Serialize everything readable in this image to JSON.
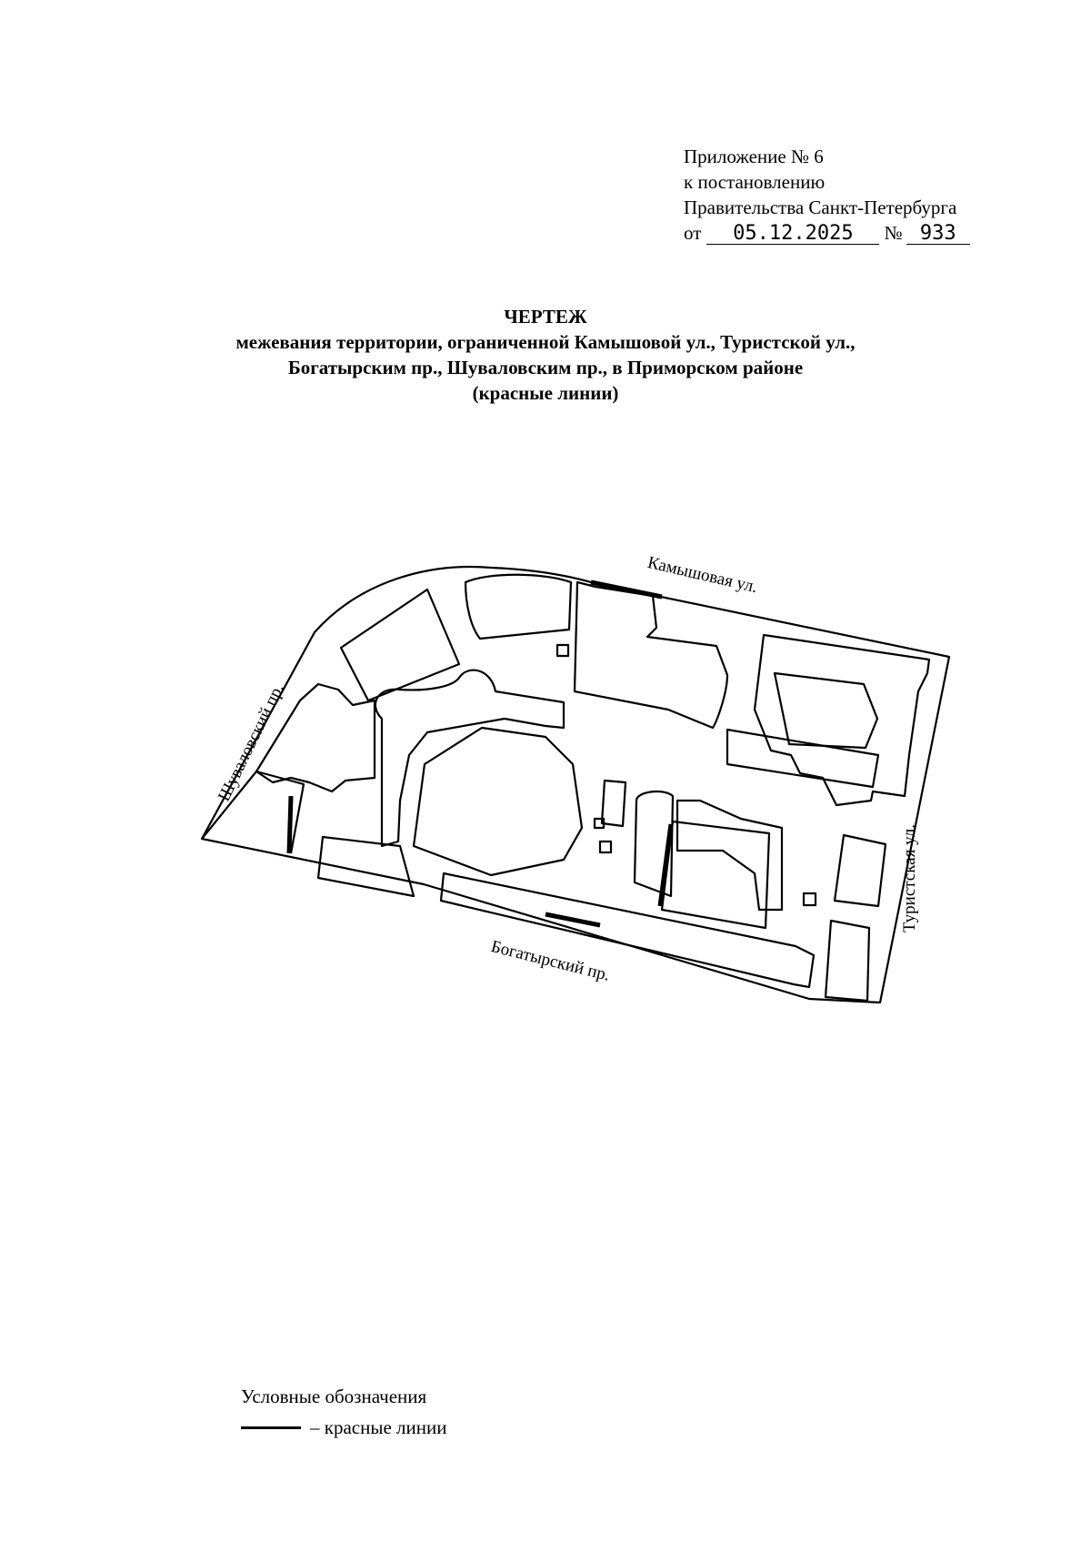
{
  "appendix": {
    "line1": "Приложение № 6",
    "line2": "к постановлению",
    "line3": "Правительства Санкт-Петербурга",
    "date_prefix": "от",
    "date": "05.12.2025",
    "number_prefix": "№",
    "number": "933"
  },
  "title": {
    "heading": "ЧЕРТЕЖ",
    "line1": "межевания территории, ограниченной Камышовой ул., Туристской ул.,",
    "line2": "Богатырским пр., Шуваловским пр., в Приморском районе",
    "line3": "(красные линии)"
  },
  "streets": {
    "kamyshovaya": "Камышовая ул.",
    "turistskaya": "Туристская ул.",
    "bogatyrsky": "Богатырский пр.",
    "shuvalovsky": "Шуваловский пр."
  },
  "legend": {
    "heading": "Условные обозначения",
    "red_lines": "– красные линии"
  },
  "colors": {
    "ink": "#000000",
    "background": "#ffffff"
  }
}
